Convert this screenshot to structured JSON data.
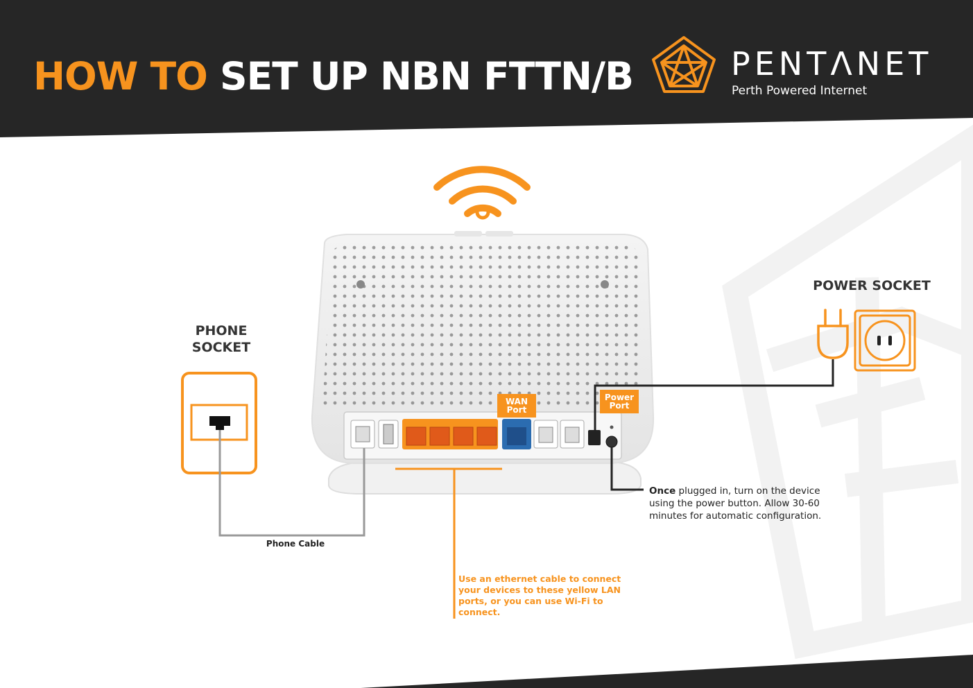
{
  "title": {
    "highlight": "HOW TO",
    "rest": "SET UP NBN FTTN/B"
  },
  "brand": {
    "name": "PENTΛNET",
    "tagline": "Perth Powered Internet"
  },
  "labels": {
    "phone_socket": "PHONE SOCKET",
    "power_socket": "POWER SOCKET",
    "phone_cable": "Phone Cable",
    "wan_port": [
      "WAN",
      "Port"
    ],
    "power_port": [
      "Power",
      "Port"
    ]
  },
  "notes": {
    "power_bold": "Once",
    "power_text": " plugged in, turn on the device using the power button. Allow 30-60 minutes for automatic configuration.",
    "lan": "Use an ethernet cable to connect your devices to these yellow LAN ports, or you can use Wi-Fi to connect."
  },
  "colors": {
    "accent": "#f7931e",
    "header_bg": "#262626",
    "wan_port": "#2b6cb0",
    "cable_gray": "#999999",
    "line_dark": "#222222"
  }
}
